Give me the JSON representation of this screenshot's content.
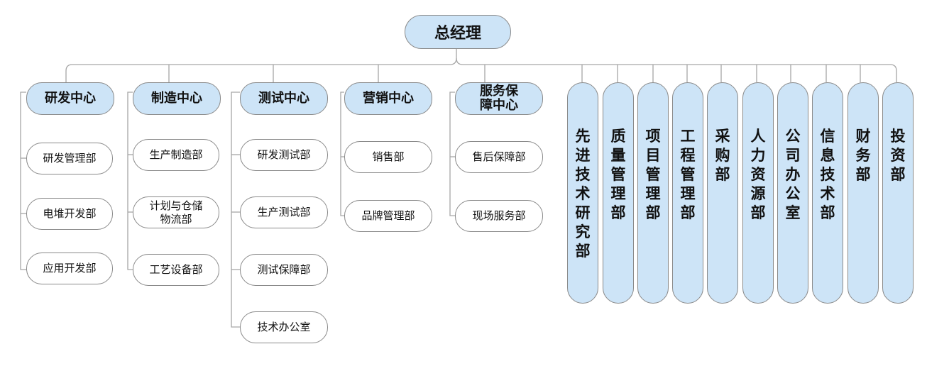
{
  "root": "总经理",
  "centers": [
    {
      "name": "研发中心",
      "depts": [
        "研发管理部",
        "电堆开发部",
        "应用开发部"
      ]
    },
    {
      "name": "制造中心",
      "depts": [
        "生产制造部",
        "计划与仓储物流部",
        "工艺设备部"
      ]
    },
    {
      "name": "测试中心",
      "depts": [
        "研发测试部",
        "生产测试部",
        "测试保障部",
        "技术办公室"
      ]
    },
    {
      "name": "营销中心",
      "depts": [
        "销售部",
        "品牌管理部"
      ]
    },
    {
      "name": "服务保障中心",
      "depts": [
        "售后保障部",
        "现场服务部"
      ]
    }
  ],
  "departments": [
    "先进技术研究部",
    "质量管理部",
    "项目管理部",
    "工程管理部",
    "采购部",
    "人力资源部",
    "公司办公室",
    "信息技术部",
    "财务部",
    "投资部"
  ],
  "colors": {
    "node_fill": "#cde4f7",
    "border": "#8a8a8a",
    "line": "#a6a6a6"
  }
}
